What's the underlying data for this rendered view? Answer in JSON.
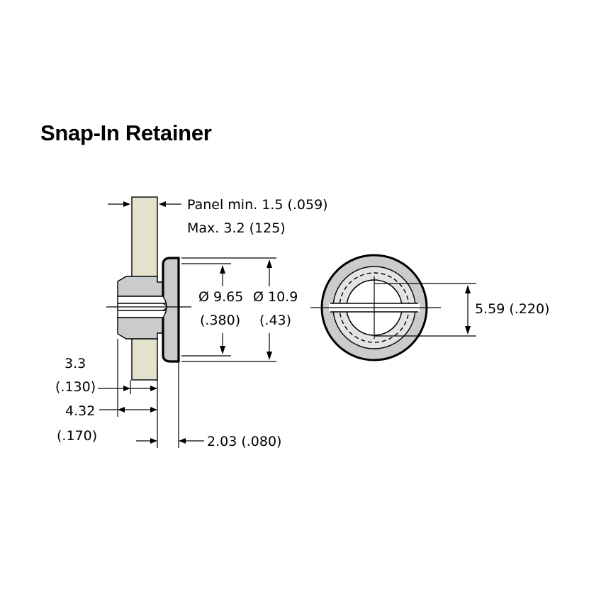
{
  "title": "Snap-In Retainer",
  "labels": {
    "panel_min": "Panel min. 1.5 (.059)",
    "panel_max": "Max. 3.2 (125)",
    "dia_inner": "Ø 9.65",
    "dia_inner_in": "(.380)",
    "dia_outer": "Ø 10.9",
    "dia_outer_in": "(.43)",
    "dim_3_3": "3.3",
    "dim_3_3_in": "(.130)",
    "dim_4_32": "4.32",
    "dim_4_32_in": "(.170)",
    "dim_2_03": "2.03 (.080)",
    "dim_5_59": "5.59 (.220)"
  },
  "colors": {
    "panel": "#e4e1cc",
    "retainer": "#c9cbcd"
  }
}
